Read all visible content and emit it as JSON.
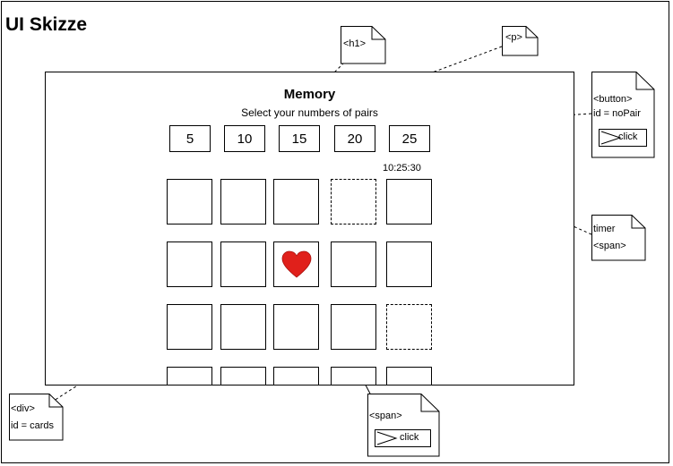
{
  "title": "UI Skizze",
  "app": {
    "heading": "Memory",
    "subtitle": "Select your numbers of pairs",
    "pair_buttons": [
      "5",
      "10",
      "15",
      "20",
      "25"
    ],
    "timer": "10:25:30",
    "cards": [
      [
        "blank",
        "blank",
        "blank",
        "empty",
        "blank"
      ],
      [
        "blank",
        "blank",
        "heart",
        "blank",
        "blank"
      ],
      [
        "blank",
        "blank",
        "blank",
        "blank",
        "empty"
      ],
      [
        "blank",
        "blank",
        "blank",
        "blank",
        "blank"
      ]
    ]
  },
  "annotations": {
    "h1_note": "<h1>",
    "p_note": "<p>",
    "button_note": {
      "line1": "<button>",
      "line2": "id = noPair",
      "action": "click"
    },
    "timer_note": {
      "line1": "timer",
      "line2": "<span>"
    },
    "div_note": {
      "line1": "<div>",
      "line2": "id = cards"
    },
    "span_note": {
      "line1": "<span>",
      "action": "click"
    }
  },
  "colors": {
    "heart": "#e0201b",
    "stroke": "#000000"
  }
}
